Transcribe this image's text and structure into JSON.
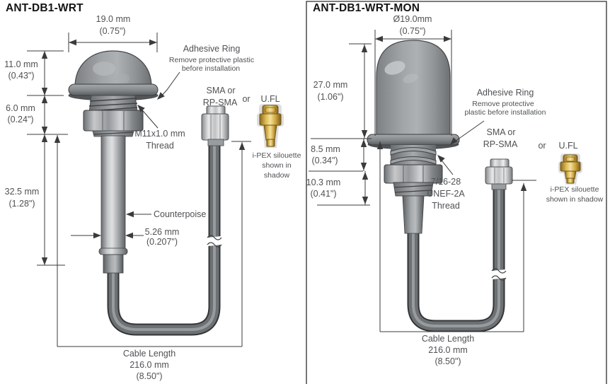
{
  "colors": {
    "background": "#ffffff",
    "line": "#3b3b3b",
    "text": "#4f5153",
    "title_text": "#141414",
    "metal_gray": "#9a9da0",
    "cable_gray": "#6e7174",
    "gold": "#d5ab43"
  },
  "panels": {
    "wrt": {
      "title": "ANT-DB1-WRT",
      "dim_width": {
        "mm": "19.0 mm",
        "in": "(0.75\")"
      },
      "dim_dome_height": {
        "mm": "11.0 mm",
        "in": "(0.43\")"
      },
      "dim_thread_height": {
        "mm": "6.0 mm",
        "in": "(0.24\")"
      },
      "dim_counterpoise_height": {
        "mm": "32.5 mm",
        "in": "(1.28\")"
      },
      "dim_counterpoise_dia": {
        "mm": "5.26 mm",
        "in": "(0.207\")"
      },
      "adhesive_ring": {
        "line1": "Adhesive Ring",
        "line2": "Remove protective plastic",
        "line3": "before installation"
      },
      "thread_label": {
        "line1": "M11x1.0 mm",
        "line2": "Thread"
      },
      "connector_labels": {
        "sma_line1": "SMA or",
        "sma_line2": "RP-SMA",
        "or": "or",
        "ufl": "U.FL"
      },
      "ipex_note": {
        "line1": "i-PEX silouette",
        "line2": "shown in",
        "line3": "shadow"
      },
      "counterpoise_label": "Counterpoise",
      "cable_length": {
        "line1": "Cable Length",
        "line2": "216.0 mm",
        "line3": "(8.50\")"
      }
    },
    "wrt_mon": {
      "title": "ANT-DB1-WRT-MON",
      "dim_dia": {
        "mm": "Ø19.0mm",
        "in": "(0.75\")"
      },
      "dim_dome_height": {
        "mm": "27.0 mm",
        "in": "(1.06\")"
      },
      "dim_upper": {
        "mm": "8.5 mm",
        "in": "(0.34\")"
      },
      "dim_lower": {
        "mm": "10.3 mm",
        "in": "(0.41\")"
      },
      "adhesive_ring": {
        "line1": "Adhesive Ring",
        "line2": "Remove protective",
        "line3": "plastic before installation"
      },
      "thread_label": {
        "line1": "7/16-28",
        "line2": "UNEF-2A",
        "line3": "Thread"
      },
      "connector_labels": {
        "sma_line1": "SMA or",
        "sma_line2": "RP-SMA",
        "or": "or",
        "ufl": "U.FL"
      },
      "ipex_note": {
        "line1": "i-PEX silouette",
        "line2": "shown in shadow"
      },
      "cable_length": {
        "line1": "Cable Length",
        "line2": "216.0 mm",
        "line3": "(8.50\")"
      }
    }
  }
}
